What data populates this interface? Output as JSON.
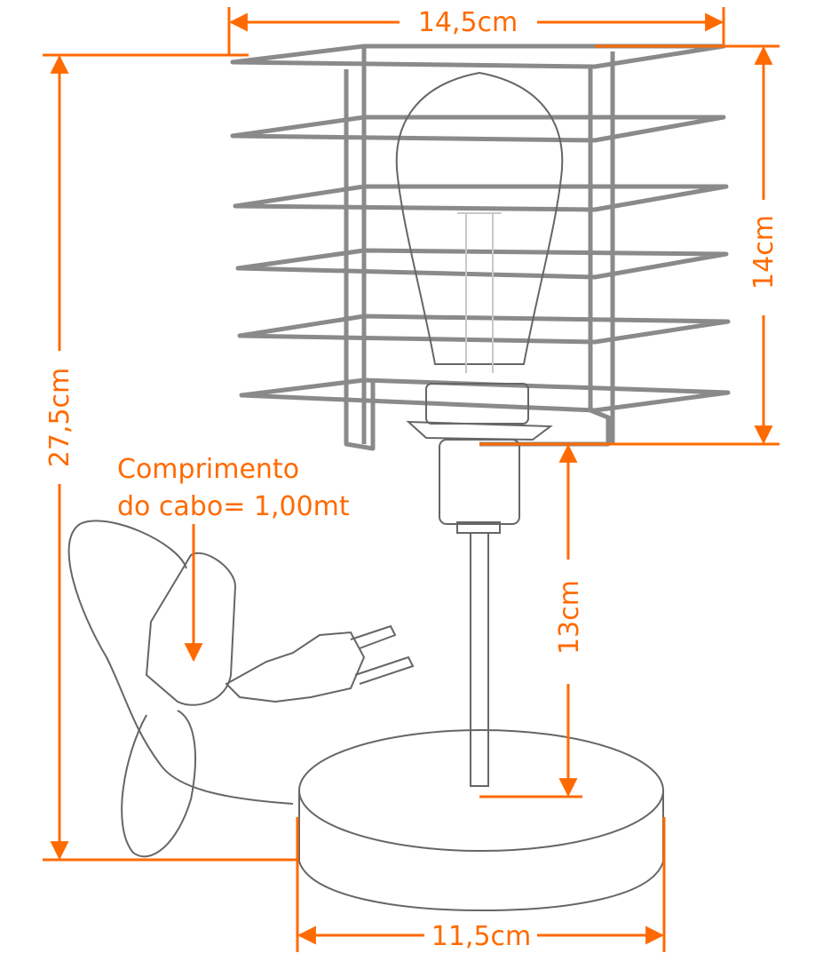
{
  "dimensions": {
    "top_width": "14,5cm",
    "shade_height": "14cm",
    "total_height": "27,5cm",
    "stem_height": "13cm",
    "base_width": "11,5cm"
  },
  "annotation": {
    "line1": "Comprimento",
    "line2": "do cabo= 1,00mt"
  },
  "colors": {
    "dimension": "#FF6A00",
    "drawing": "#8a8a8a"
  }
}
